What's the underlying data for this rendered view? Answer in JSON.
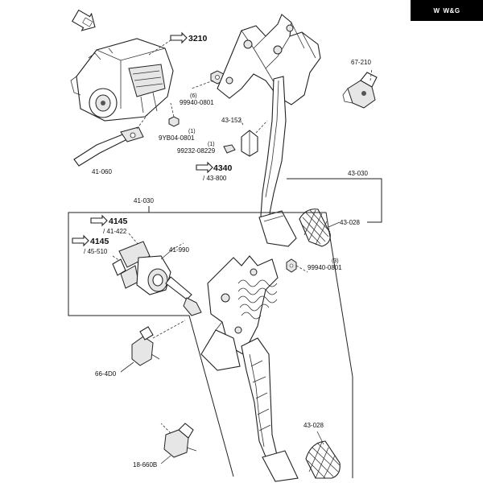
{
  "brand": {
    "text": "W&G",
    "mark": "W"
  },
  "labels": {
    "ref_3210": "3210",
    "c_99940_0801_top": "99940-0801",
    "q_6": "(6)",
    "c_9YB04_0801": "9YB04-0801",
    "q_1a": "(1)",
    "c_41_060": "41-060",
    "c_43_152": "43-152",
    "q_1b": "(1)",
    "c_99232_08229": "99232-08229",
    "ref_4340": "4340",
    "c_43_800": "/ 43-800",
    "c_67_210": "67-210",
    "c_43_030": "43-030",
    "c_43_028_top": "43-028",
    "c_41_030": "41-030",
    "ref_4145_a": "4145",
    "c_41_422": "/ 41-422",
    "ref_4145_b": "4145",
    "c_45_510": "/ 45-510",
    "c_41_990": "41-990",
    "q_3": "(3)",
    "c_99940_0801_mid": "99940-0801",
    "c_66_4D0": "66-4D0",
    "c_43_028_bot": "43-028",
    "c_18_660B": "18-660B"
  }
}
